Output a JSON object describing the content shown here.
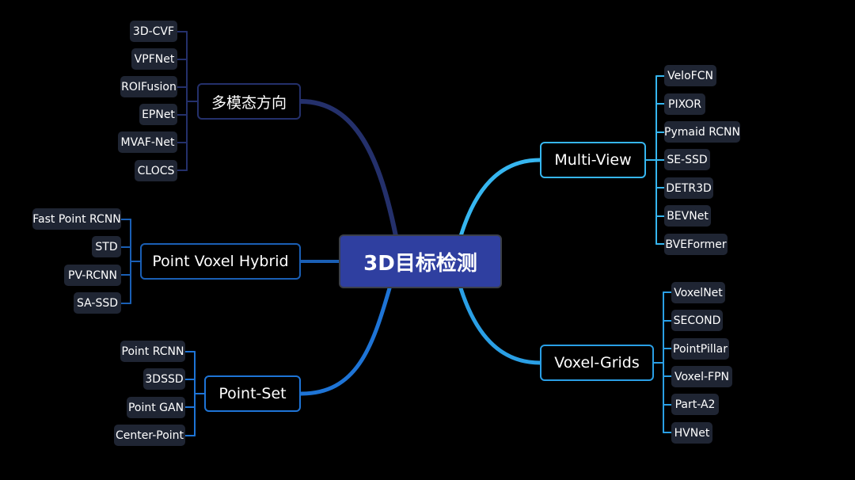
{
  "root": {
    "label": "3D目标检测",
    "color": "#2f3fa0"
  },
  "colors": {
    "left_top": "#24306b",
    "left_mid": "#1a5fb5",
    "left_bottom": "#1e74d6",
    "right_top": "#36b6f0",
    "right_bottom": "#2a9fe5"
  },
  "branches": [
    {
      "label": "多模态方向",
      "leaves": [
        "3D-CVF",
        "VPFNet",
        "ROIFusion",
        "EPNet",
        "MVAF-Net",
        "CLOCS"
      ]
    },
    {
      "label": "Point Voxel Hybrid",
      "leaves": [
        "Fast Point RCNN",
        "STD",
        "PV-RCNN",
        "SA-SSD"
      ]
    },
    {
      "label": "Point-Set",
      "leaves": [
        "Point RCNN",
        "3DSSD",
        "Point GAN",
        "Center-Point"
      ]
    },
    {
      "label": "Multi-View",
      "leaves": [
        "VeloFCN",
        "PIXOR",
        "Pymaid RCNN",
        "SE-SSD",
        "DETR3D",
        "BEVNet",
        "BVEFormer"
      ]
    },
    {
      "label": "Voxel-Grids",
      "leaves": [
        "VoxelNet",
        "SECOND",
        "PointPillar",
        "Voxel-FPN",
        "Part-A2",
        "HVNet"
      ]
    }
  ]
}
